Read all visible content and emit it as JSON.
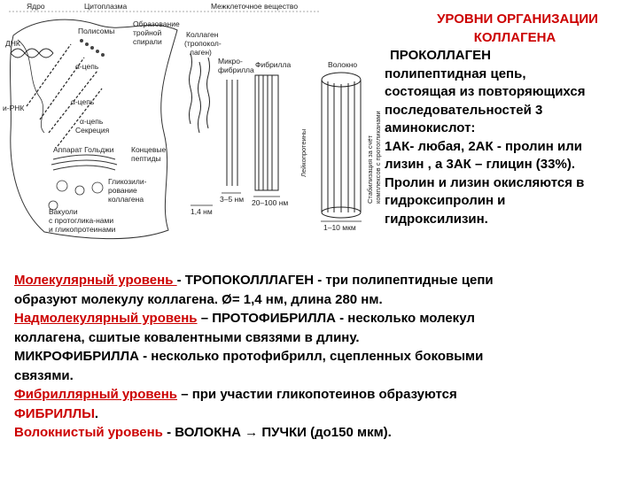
{
  "diagram": {
    "labels": {
      "nucleus": "Ядро",
      "cytoplasm": "Цитоплазма",
      "intercellular": "Межклеточное вещество",
      "polysomes": "Полисомы",
      "triple_helix": "Образование тройной спирали",
      "dna": "ДНК",
      "alpha_chain_1": "α-цепь",
      "alpha_chain_2": "α-цепь",
      "alpha_chain_3": "α-цепь",
      "rrna": "и-РНК",
      "collagen": "Коллаген (тропокол- лаген)",
      "microfibril": "Микро- фибрилла",
      "fibril": "Фибрилла",
      "fiber": "Волокно",
      "secretion": "Секреция",
      "golgi": "Аппарат Гольджи",
      "peptides": "Концевые пептиды",
      "glycosylation": "Гликозили- рование коллагена",
      "vacuoles": "Вакуоли с протогликанами и гликопротеинами",
      "leucoproteins": "Лейкопротеины",
      "stabilization": "Стабилизация за счёт комплексов с протогликанами",
      "size_1": "3–5 нм",
      "size_2": "1,4 нм",
      "size_3": "20–100 нм",
      "size_4": "1–10 мкм"
    }
  },
  "right": {
    "title_line1": "УРОВНИ ОРГАНИЗАЦИИ",
    "title_line2": "КОЛЛАГЕНА",
    "procollagen_head": "ПРОКОЛЛАГЕН",
    "lines": [
      "полипептидная цепь,",
      "состоящая из повторяющихся",
      "последовательностей 3",
      "аминокислот:",
      "1АК- любая, 2АК - пролин или",
      "лизин , а 3АК – глицин (33%).",
      "Пролин и лизин окисляются в",
      "гидроксипролин и",
      "гидроксилизин."
    ]
  },
  "bottom": {
    "mol_level": "Молекулярный уровень ",
    "mol_text1": "- ТРОПОКОЛЛЛАГЕН  - три полипептидные цепи",
    "mol_text2": "образуют молекулу коллагена. Ø= 1,4 нм, длина 280 нм.",
    "supra_level": "Надмолекулярный уровень",
    "supra_text1": " – ПРОТОФИБРИЛЛА - несколько молекул",
    "supra_text2": "коллагена, сшитые ковалентными связями в длину.",
    "micro_text1": "МИКРОФИБРИЛЛА - несколько протофибрилл, сцепленных боковыми",
    "micro_text2": "связями.",
    "fibril_level": "Фибриллярный уровень",
    "fibril_text1": " – при участии гликопотеинов образуются",
    "fibril_text2a": "ФИБРИЛЛЫ",
    "fibril_text2b": ".",
    "fiber_level": "Волокнистый уровень",
    "fiber_text": "  - ВОЛОКНА → ПУЧКИ (до150 мкм)."
  }
}
